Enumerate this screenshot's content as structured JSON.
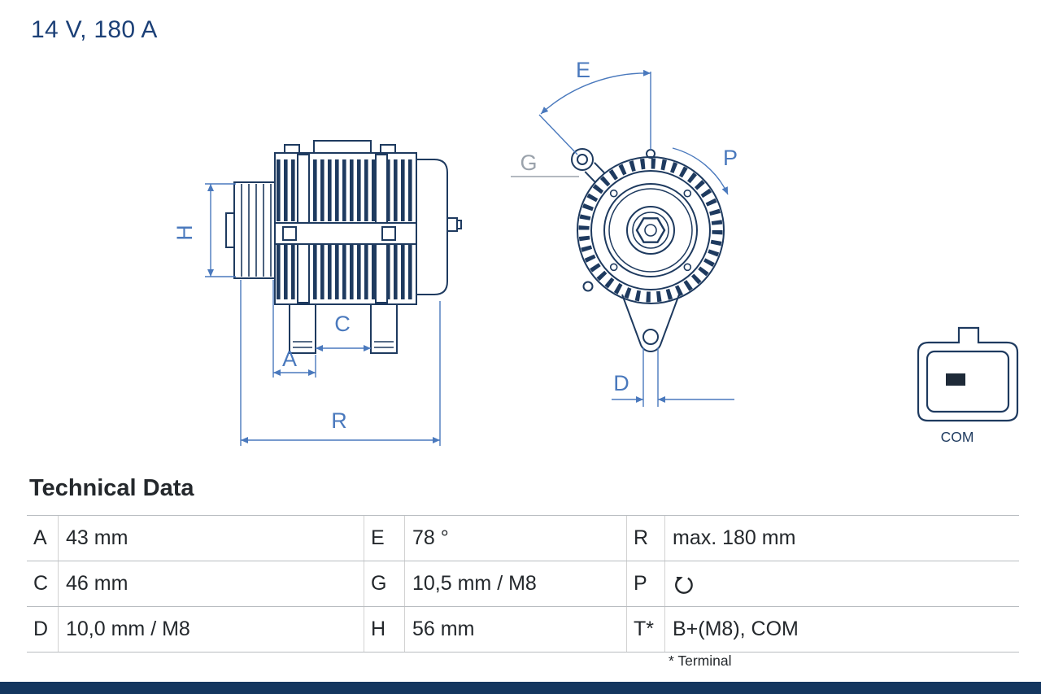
{
  "product": {
    "rating": "14 V, 180 A"
  },
  "drawing": {
    "dimension_labels": {
      "h": "H",
      "a": "A",
      "c": "C",
      "r": "R",
      "e": "E",
      "g": "G",
      "p": "P",
      "d": "D"
    },
    "connector_label": "COM",
    "icons": {
      "rotation_direction": "clockwise-arc-arrow"
    }
  },
  "technical_data": {
    "title": "Technical Data",
    "rows": [
      {
        "cells": [
          {
            "k": "A",
            "v": "43 mm"
          },
          {
            "k": "E",
            "v": "78 °"
          },
          {
            "k": "R",
            "v": "max. 180 mm"
          }
        ]
      },
      {
        "cells": [
          {
            "k": "C",
            "v": "46 mm"
          },
          {
            "k": "G",
            "v": "10,5 mm / M8"
          },
          {
            "k": "P",
            "v": "",
            "icon": "rotation-cw-icon"
          }
        ]
      },
      {
        "cells": [
          {
            "k": "D",
            "v": "10,0 mm / M8"
          },
          {
            "k": "H",
            "v": "56 mm"
          },
          {
            "k": "T*",
            "v": "B+(M8), COM"
          }
        ]
      }
    ],
    "footnote": "* Terminal"
  },
  "colors": {
    "rating_text": "#1c4077",
    "drawing_stroke": "#1e3a5f",
    "dimension_blue": "#4a79bd",
    "gray_label": "#9aa2ab",
    "table_text": "#24282c",
    "table_line": "#b9bdc1",
    "bottom_bar": "#14365f"
  }
}
